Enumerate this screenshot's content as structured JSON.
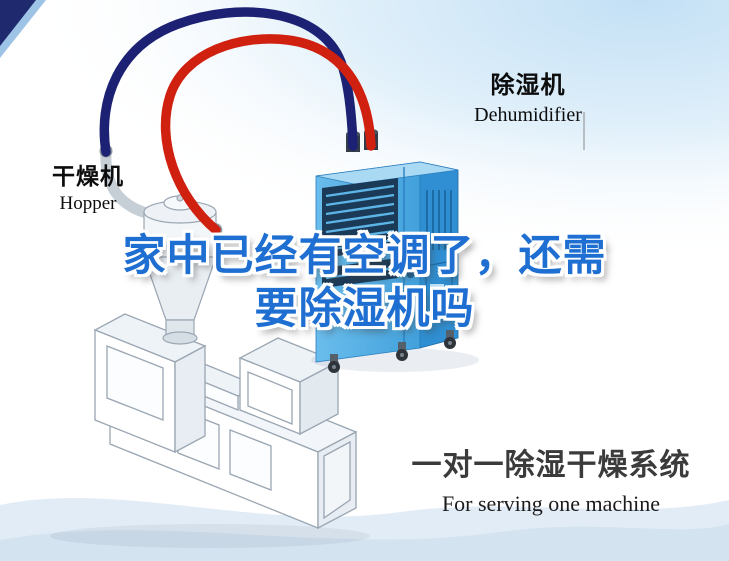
{
  "poster": {
    "headline": {
      "line1": "家中已经有空调了，还需",
      "line2": "要除湿机吗",
      "color": "#1e6fd1"
    },
    "labels": {
      "dryer": {
        "cn": "干燥机",
        "en": "Hopper"
      },
      "dehumidifier": {
        "cn": "除湿机",
        "en": "Dehumidifier"
      }
    },
    "footer": {
      "cn": "一对一除湿干燥系统",
      "en": "For serving one machine"
    },
    "colors": {
      "corner_triangle": "#1f2a6e",
      "sky_tint": "#c3e0f5",
      "bottom_wave": "#e2ecf6",
      "hose_red": "#cf2010",
      "hose_navy": "#1c2173",
      "dehumidifier_front": "#56b1e6",
      "dehumidifier_side": "#2f8fd2",
      "dehumidifier_top": "#a9d9f3",
      "vent_dark": "#1b3a57",
      "machine_outline": "#9aa6b2"
    },
    "illustration_parts": [
      "corner-triangle",
      "sky-gradient",
      "bottom-wave",
      "extruder-machine-illustration",
      "hopper-dryer-illustration",
      "dehumidifier-machine-illustration",
      "navy-hose",
      "red-hose",
      "label-pointer-line"
    ]
  }
}
